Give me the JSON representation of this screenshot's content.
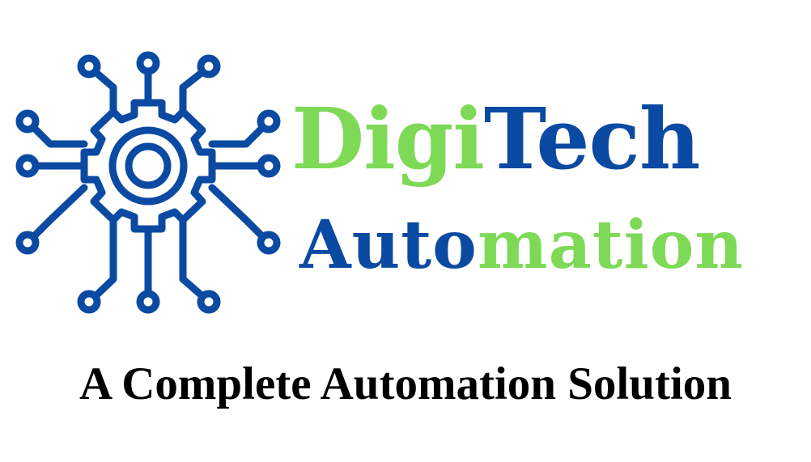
{
  "colors": {
    "blue": "#0b4aa2",
    "green": "#7ed957",
    "black": "#000000",
    "background": "#ffffff"
  },
  "logo": {
    "icon_name": "gear-circuit-icon",
    "brand_line1": {
      "part1": "Digi",
      "part2": "Tech"
    },
    "brand_line2": {
      "part1": "Auto",
      "part2": "mation"
    }
  },
  "tagline": "A Complete Automation Solution"
}
